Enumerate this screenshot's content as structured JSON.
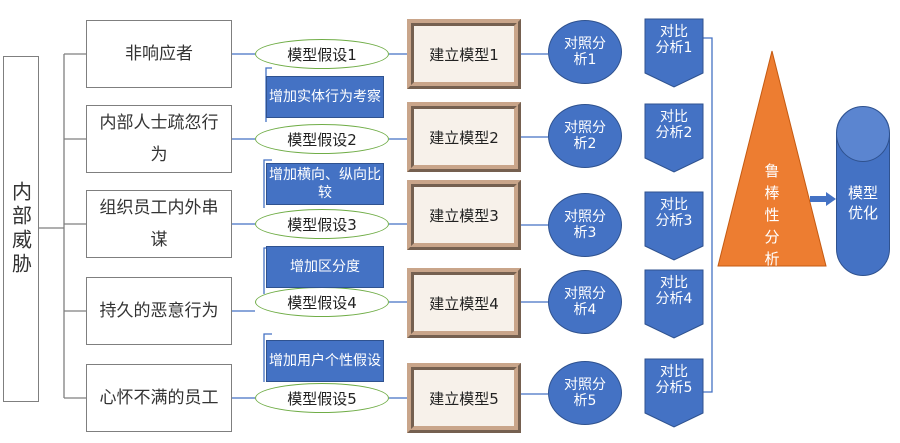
{
  "root": {
    "label": "内部威胁"
  },
  "categories": [
    {
      "label": "非响应者"
    },
    {
      "label": "内部人士疏忽行为"
    },
    {
      "label": "组织员工内外串谋"
    },
    {
      "label": "持久的恶意行为"
    },
    {
      "label": "心怀不满的员工"
    }
  ],
  "hypotheses": [
    {
      "label": "模型假设1"
    },
    {
      "label": "模型假设2"
    },
    {
      "label": "模型假设3"
    },
    {
      "label": "模型假设4"
    },
    {
      "label": "模型假设5"
    }
  ],
  "builds": [
    {
      "label": "建立模型1"
    },
    {
      "label": "建立模型2"
    },
    {
      "label": "建立模型3"
    },
    {
      "label": "建立模型4"
    },
    {
      "label": "建立模型5"
    }
  ],
  "improvements": [
    {
      "label": "增加实体行为考察"
    },
    {
      "label": "增加横向、纵向比较"
    },
    {
      "label": "增加区分度"
    },
    {
      "label": "增加用户个性假设"
    }
  ],
  "analyses": [
    {
      "label": "对照分析1"
    },
    {
      "label": "对照分析2"
    },
    {
      "label": "对照分析3"
    },
    {
      "label": "对照分析4"
    },
    {
      "label": "对照分析5"
    }
  ],
  "comparisons": [
    {
      "label": "对比分析1"
    },
    {
      "label": "对比分析2"
    },
    {
      "label": "对比分析3"
    },
    {
      "label": "对比分析4"
    },
    {
      "label": "对比分析5"
    }
  ],
  "robustness": {
    "label": "鲁棒性分析"
  },
  "optimization": {
    "label": "模型优化"
  },
  "colors": {
    "blue": "#4472c4",
    "blue_border": "#2f528f",
    "orange": "#ed7d31",
    "green": "#70ad47",
    "gray": "#7f7f7f",
    "frame": "#c9a58a"
  }
}
